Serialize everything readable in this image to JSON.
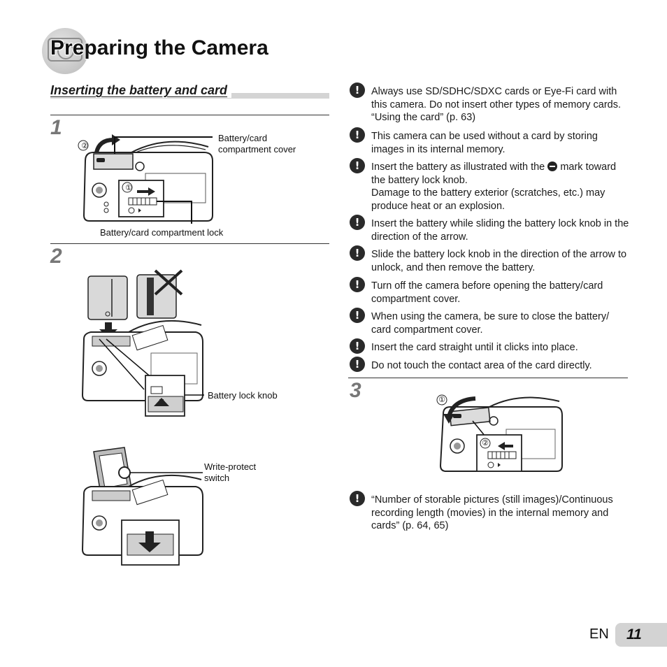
{
  "page": {
    "title": "Preparing the Camera",
    "section_title": "Inserting the battery and card",
    "lang": "EN",
    "number": "11"
  },
  "steps": [
    {
      "number": "1",
      "callouts": [
        "①",
        "②"
      ],
      "labels": {
        "cover": "Battery/card compartment cover",
        "lock": "Battery/card compartment lock"
      }
    },
    {
      "number": "2",
      "labels": {
        "battery_knob": "Battery lock knob",
        "write_protect": "Write-protect switch"
      }
    },
    {
      "number": "3",
      "callouts": [
        "①",
        "②"
      ]
    }
  ],
  "notes": [
    {
      "icon": "!",
      "text": "Always use SD/SDHC/SDXC cards or Eye-Fi card with this camera. Do not insert other types of memory cards. “Using the card” (p. 63)"
    },
    {
      "icon": "!",
      "text": "This camera can be used without a card by storing images in its internal memory."
    },
    {
      "icon": "!",
      "text_before": "Insert the battery as illustrated with the",
      "text_after": "mark toward the battery lock knob.",
      "text_extra": "Damage to the battery exterior (scratches, etc.) may produce heat or an explosion."
    },
    {
      "icon": "!",
      "text": "Insert the battery while sliding the battery lock knob in the direction of the arrow."
    },
    {
      "icon": "!",
      "text": "Slide the battery lock knob in the direction of the arrow to unlock, and then remove the battery."
    },
    {
      "icon": "!",
      "text": "Turn off the camera before opening the battery/card compartment cover."
    },
    {
      "icon": "!",
      "text": "When using the camera, be sure to close the battery/ card compartment cover."
    },
    {
      "icon": "!",
      "text": "Insert the card straight until it clicks into place."
    },
    {
      "icon": "!",
      "text": "Do not touch the contact area of the card directly."
    }
  ],
  "bottom_note": {
    "icon": "!",
    "text": "“Number of storable pictures (still images)/Continuous recording length (movies) in the internal memory and cards” (p. 64, 65)"
  },
  "colors": {
    "step_number": "#777777",
    "tab": "#d3d3d3",
    "section_bar": "#d4d4d4"
  }
}
